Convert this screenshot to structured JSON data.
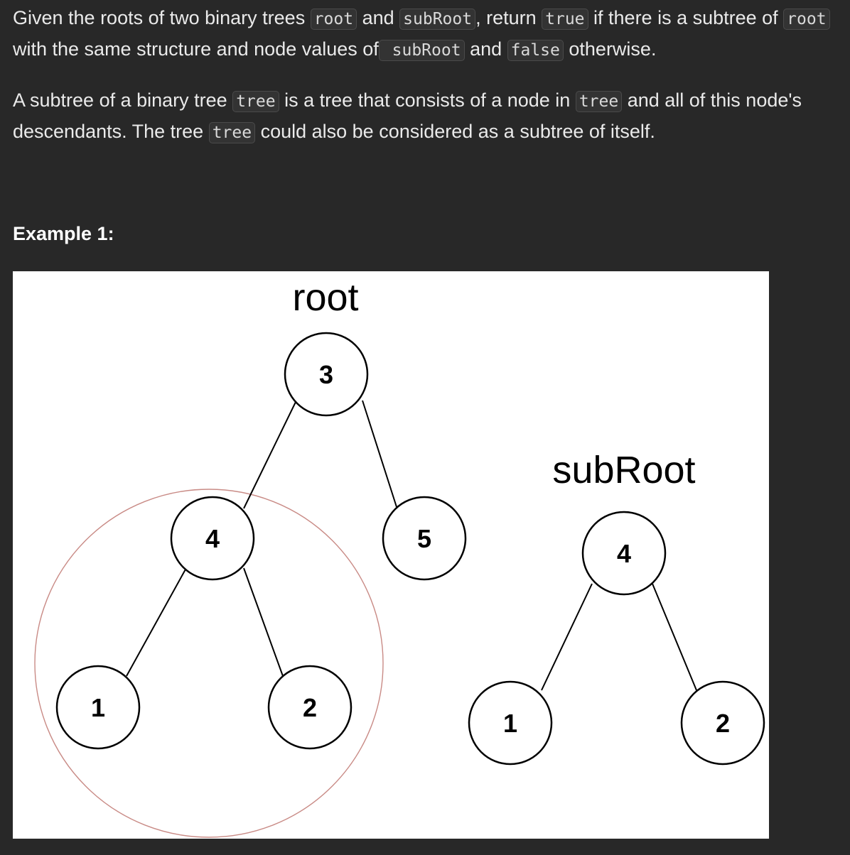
{
  "description": {
    "para1": {
      "t1": "Given the roots of two binary trees ",
      "c1": "root",
      "t2": " and ",
      "c2": "subRoot",
      "t3": ", return ",
      "c3": "true",
      "t4": " if there is a subtree of ",
      "c4": "root",
      "t5": " with the same structure and node values of",
      "c5": " subRoot",
      "t6": " and ",
      "c6": "false",
      "t7": " otherwise."
    },
    "para2": {
      "t1": "A subtree of a binary tree ",
      "c1": "tree",
      "t2": " is a tree that consists of a node in ",
      "c2": "tree",
      "t3": " and all of this node's descendants. The tree ",
      "c3": "tree",
      "t4": " could also be considered as a subtree of itself."
    }
  },
  "example": {
    "heading": "Example 1:",
    "figure": {
      "root_label": "root",
      "subroot_label": "subRoot",
      "root_tree": {
        "value": "3",
        "left": {
          "value": "4",
          "left": {
            "value": "1"
          },
          "right": {
            "value": "2"
          }
        },
        "right": {
          "value": "5"
        }
      },
      "subroot_tree": {
        "value": "4",
        "left": {
          "value": "1"
        },
        "right": {
          "value": "2"
        }
      },
      "highlight_color": "#c98b86"
    }
  }
}
